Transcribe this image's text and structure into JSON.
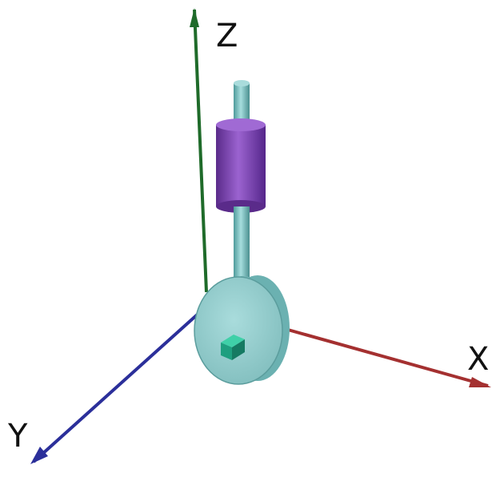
{
  "axes": {
    "z_label": "Z",
    "x_label": "X",
    "y_label": "Y"
  },
  "colors": {
    "z_axis": "#1f6b2a",
    "x_axis": "#a43030",
    "y_axis": "#2b2f9a",
    "disk_face": "#8fcfcf",
    "disk_side": "#5aa6a6",
    "follower_rod": "#6fb3b3",
    "guide_bushing": "#7b3fb0",
    "key_block": "#1e9f7f",
    "label_text": "#111111"
  },
  "icons": {
    "cam_disk": "cam-disk",
    "follower": "follower-rod",
    "guide": "guide-bushing",
    "key": "shaft-key"
  }
}
